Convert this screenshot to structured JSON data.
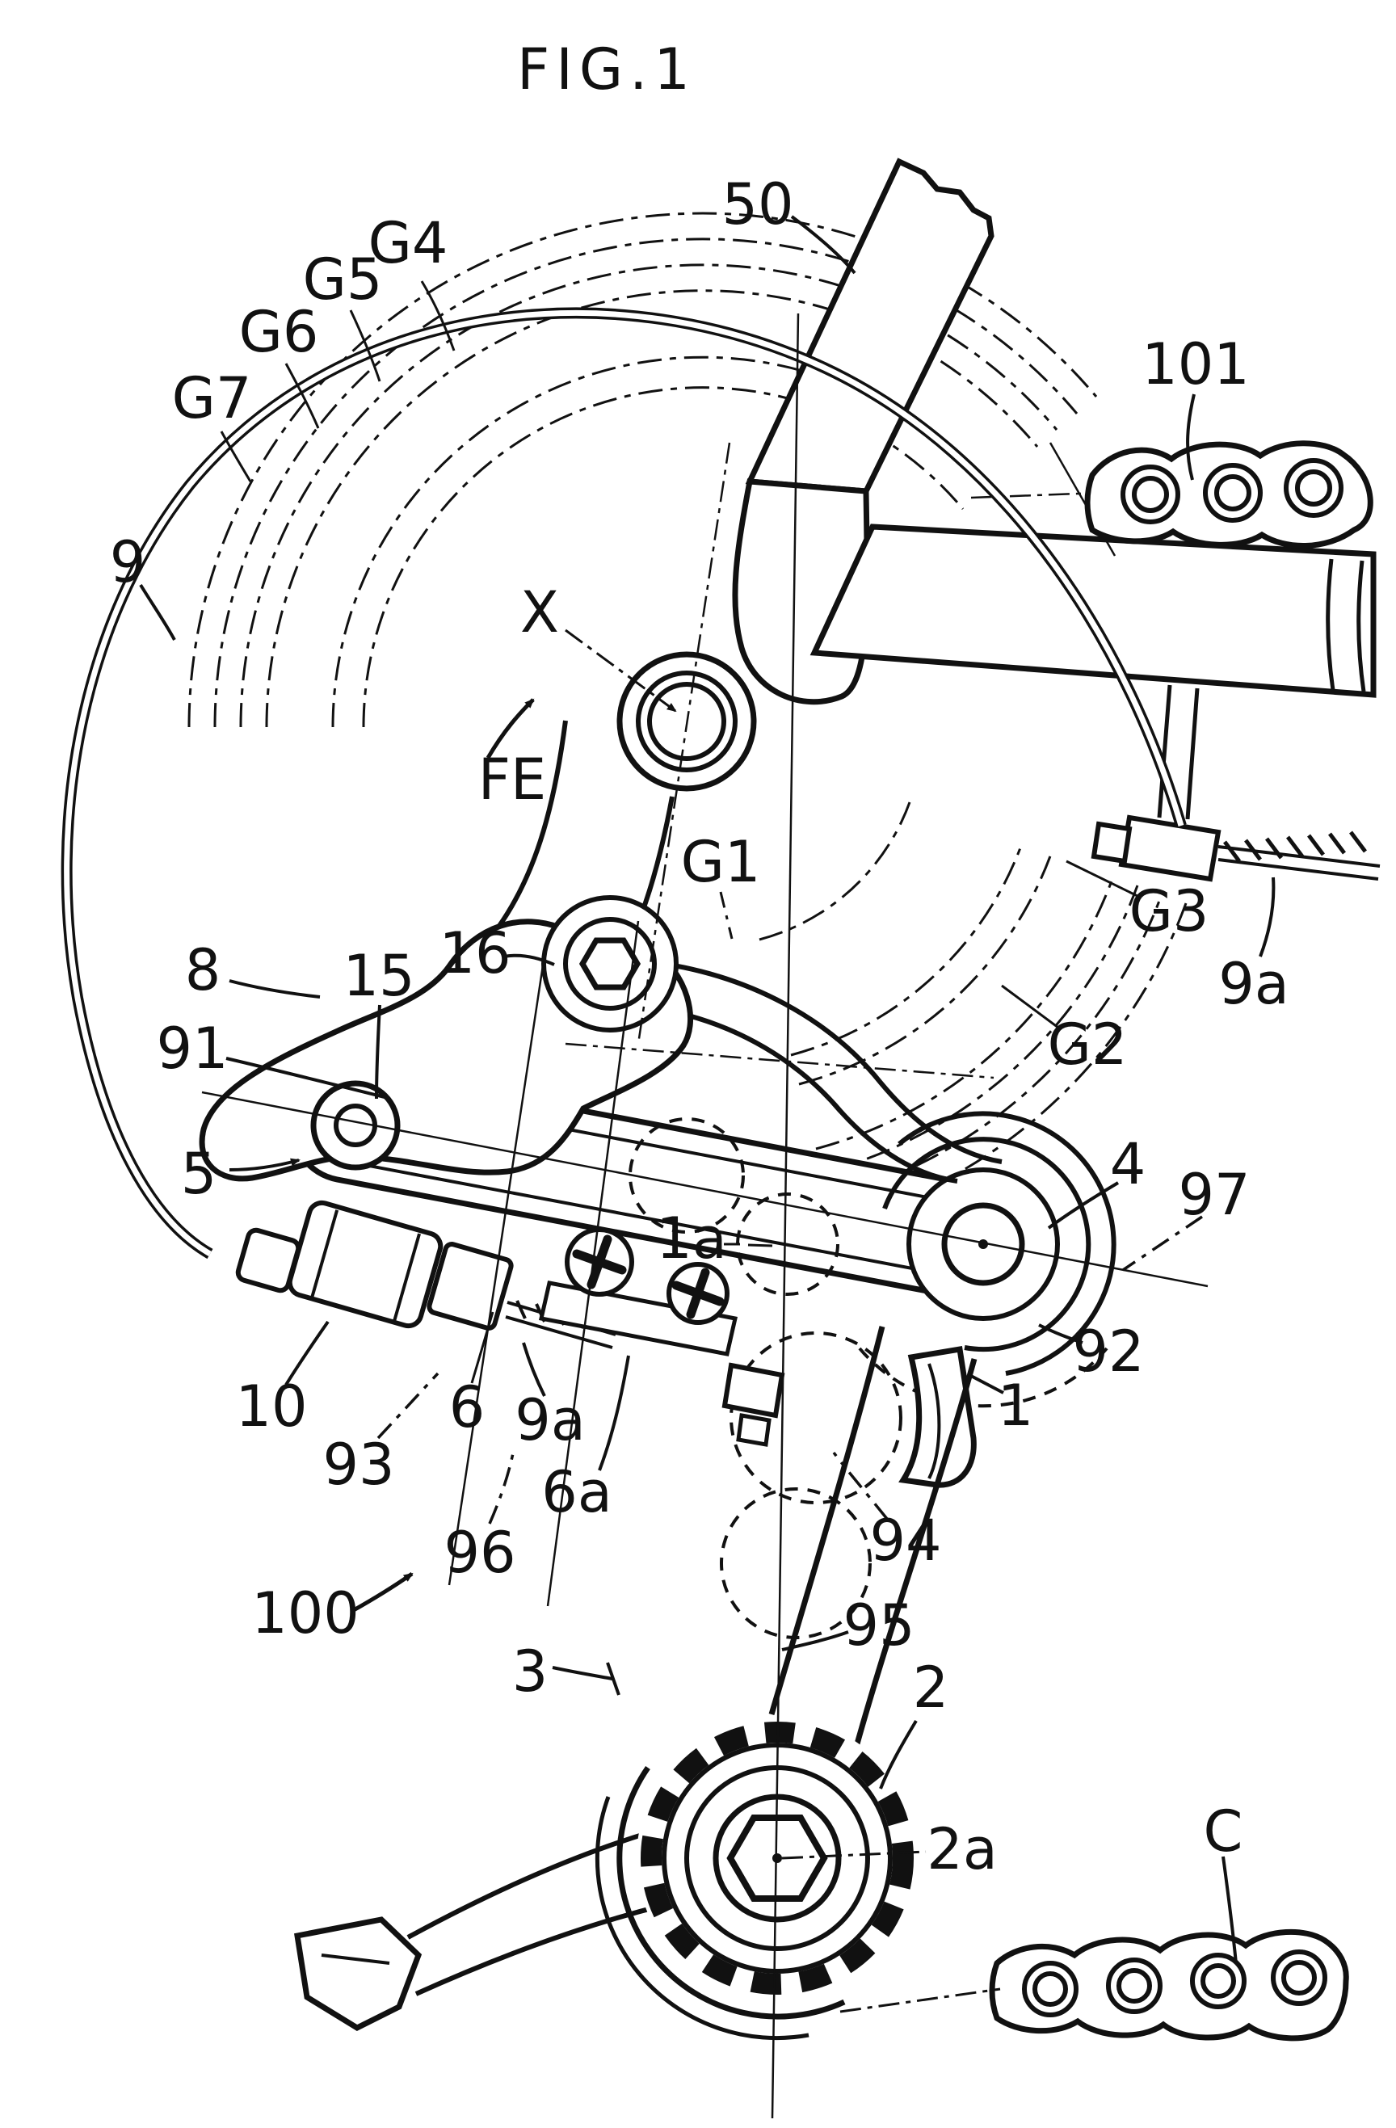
{
  "figure": {
    "title": "FIG.1"
  },
  "labels": [
    {
      "text": "50"
    },
    {
      "text": "G4"
    },
    {
      "text": "G5"
    },
    {
      "text": "G6"
    },
    {
      "text": "G7"
    },
    {
      "text": "101"
    },
    {
      "text": "9"
    },
    {
      "text": "X"
    },
    {
      "text": "FE"
    },
    {
      "text": "G1"
    },
    {
      "text": "G3"
    },
    {
      "text": "9a"
    },
    {
      "text": "G2"
    },
    {
      "text": "8"
    },
    {
      "text": "15"
    },
    {
      "text": "16"
    },
    {
      "text": "91"
    },
    {
      "text": "5"
    },
    {
      "text": "1a"
    },
    {
      "text": "4"
    },
    {
      "text": "97"
    },
    {
      "text": "92"
    },
    {
      "text": "1"
    },
    {
      "text": "10"
    },
    {
      "text": "93"
    },
    {
      "text": "6"
    },
    {
      "text": "9a"
    },
    {
      "text": "6a"
    },
    {
      "text": "96"
    },
    {
      "text": "100"
    },
    {
      "text": "94"
    },
    {
      "text": "95"
    },
    {
      "text": "3"
    },
    {
      "text": "2"
    },
    {
      "text": "2a"
    },
    {
      "text": "C"
    }
  ]
}
